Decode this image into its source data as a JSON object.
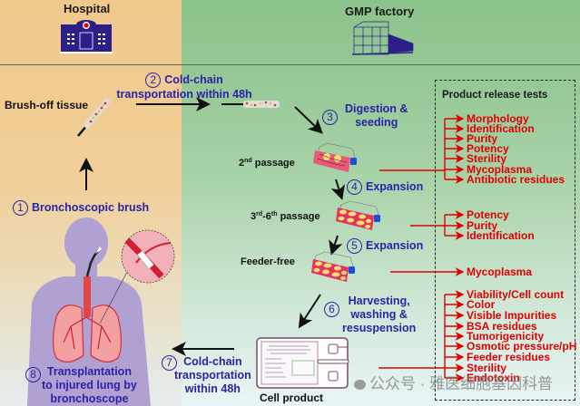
{
  "sections": {
    "hospital": "Hospital",
    "factory": "GMP factory"
  },
  "labels": {
    "brush_off_tissue": "Brush-off tissue",
    "second_passage_pre": "2",
    "second_passage_sup": "nd",
    "second_passage_post": " passage",
    "third_pre": "3",
    "third_sup1": "rd",
    "third_mid": "-6",
    "third_sup2": "th",
    "third_post": " passage",
    "feeder_free": "Feeder-free",
    "cell_product": "Cell product"
  },
  "steps": [
    {
      "num": "1",
      "lines": [
        "Bronchoscopic brush"
      ]
    },
    {
      "num": "2",
      "lines": [
        "Cold-chain",
        "transportation within 48h"
      ]
    },
    {
      "num": "3",
      "lines": [
        "Digestion &",
        "seeding"
      ]
    },
    {
      "num": "4",
      "lines": [
        "Expansion"
      ]
    },
    {
      "num": "5",
      "lines": [
        "Expansion"
      ]
    },
    {
      "num": "6",
      "lines": [
        "Harvesting,",
        "washing &",
        "resuspension"
      ]
    },
    {
      "num": "7",
      "lines": [
        "Cold-chain",
        "transportation",
        "within 48h"
      ]
    },
    {
      "num": "8",
      "lines": [
        "Transplantation",
        "to injured lung by",
        "bronchoscope"
      ]
    }
  ],
  "release_tests": {
    "title": "Product release tests",
    "second_passage": [
      "Morphology",
      "Identification",
      "Purity",
      "Potency",
      "Sterility",
      "Mycoplasma",
      "Antibiotic residues"
    ],
    "third_to_sixth_passage": [
      "Potency",
      "Purity",
      "Identification"
    ],
    "feeder_free": [
      "Mycoplasma"
    ],
    "cell_product": [
      "Viability/Cell count",
      "Color",
      "Visible Impurities",
      "BSA residues",
      "Tumorigenicity",
      "Osmotic pressure/pH",
      "Feeder  residues",
      "Sterility",
      "Endotoxin"
    ]
  },
  "watermark": "公众号 · 雅医细胞基因科普",
  "colors": {
    "step_text": "#2a23a8",
    "test_text": "#e00000",
    "hospital_bg": "#f0c98c",
    "factory_bg": "#8cc38c"
  }
}
